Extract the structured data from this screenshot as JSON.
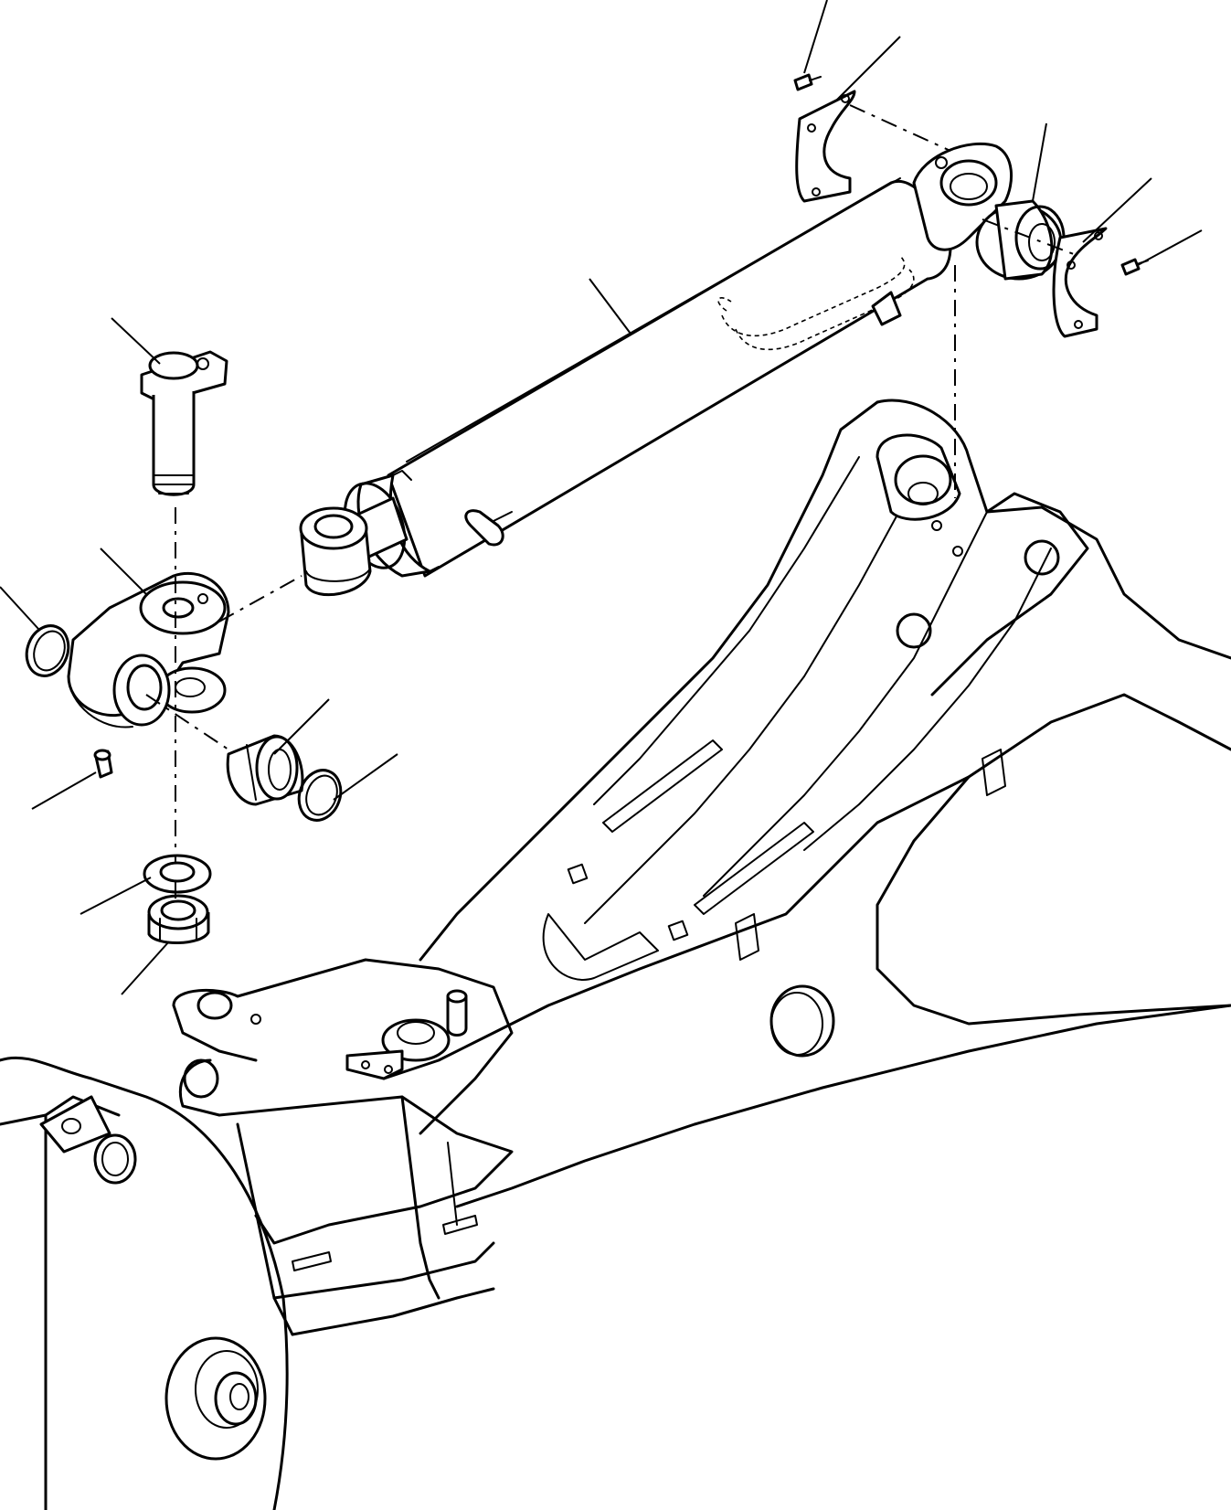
{
  "diagram": {
    "line_color": "#000000",
    "background_color": "#ffffff",
    "parts": [
      "hydraulic-cylinder",
      "cylinder-pin",
      "yoke-bracket",
      "bushing",
      "o-ring",
      "washer",
      "nut",
      "bolt",
      "retainer-plate",
      "spherical-bearing",
      "boom"
    ]
  }
}
